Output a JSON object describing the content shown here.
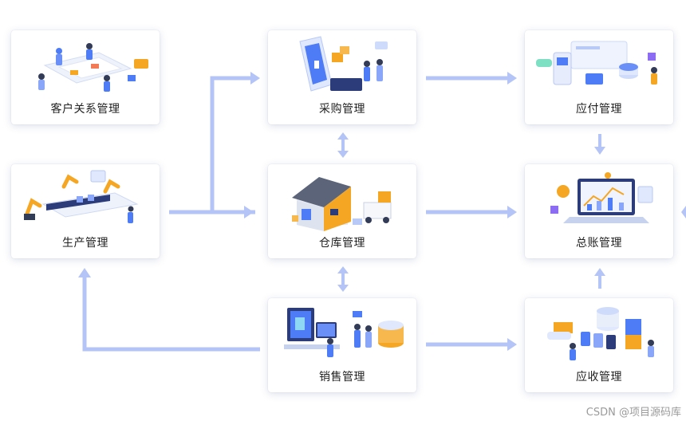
{
  "nodes": {
    "crm": {
      "label": "客户关系管理"
    },
    "purchase": {
      "label": "采购管理"
    },
    "payable": {
      "label": "应付管理"
    },
    "production": {
      "label": "生产管理"
    },
    "warehouse": {
      "label": "仓库管理"
    },
    "ledger": {
      "label": "总账管理"
    },
    "sales": {
      "label": "销售管理"
    },
    "receivable": {
      "label": "应收管理"
    }
  },
  "colors": {
    "arrow": "#b4c4f6",
    "accent_blue": "#4e7cf6",
    "accent_orange": "#f5a623"
  },
  "watermark": "CSDN @项目源码库"
}
